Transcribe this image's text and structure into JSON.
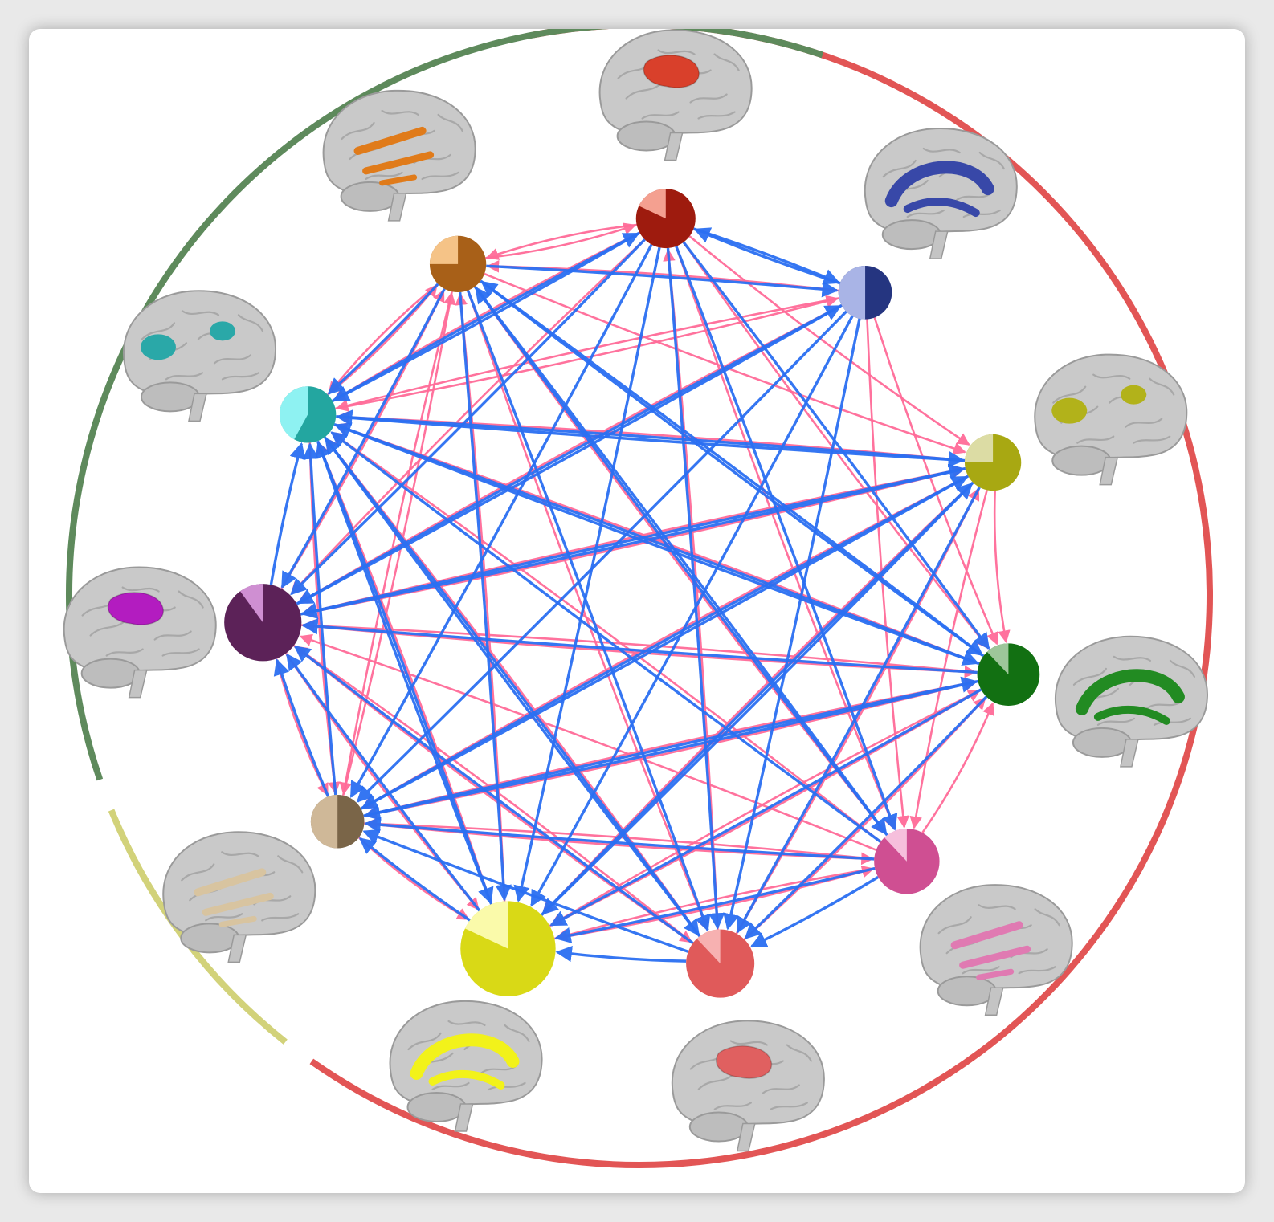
{
  "colors": {
    "background": "#ffffff",
    "edge_blue": "#2b6ff2",
    "edge_pink": "#ff6b98",
    "brain_fill": "#c9c9c9",
    "brain_stroke": "#9a9a9a"
  },
  "groups": [
    {
      "name": "red-arc",
      "color": "#e25555",
      "nodes": [
        0,
        1,
        2,
        3,
        4,
        5,
        6
      ]
    },
    {
      "name": "yellow-arc",
      "color": "#d2d27a",
      "nodes": [
        7
      ]
    },
    {
      "name": "green-arc",
      "color": "#5e8a5c",
      "nodes": [
        8,
        9,
        10,
        11
      ]
    }
  ],
  "nodes": [
    {
      "id": 0,
      "dark": "#9e1b0e",
      "light": "#f4a090",
      "fraction": 0.18,
      "size": 1.0,
      "brain_color": "#d9402b",
      "brain_shape": "patch"
    },
    {
      "id": 1,
      "dark": "#253580",
      "light": "#a9b4e6",
      "fraction": 0.5,
      "size": 0.9,
      "brain_color": "#3848a8",
      "brain_shape": "arc"
    },
    {
      "id": 2,
      "dark": "#a8a812",
      "light": "#dcdca4",
      "fraction": 0.25,
      "size": 0.95,
      "brain_color": "#b2b21a",
      "brain_shape": "blob"
    },
    {
      "id": 3,
      "dark": "#127012",
      "light": "#9dc69a",
      "fraction": 0.12,
      "size": 1.05,
      "brain_color": "#228b22",
      "brain_shape": "arc"
    },
    {
      "id": 4,
      "dark": "#cf4f92",
      "light": "#f6bfdc",
      "fraction": 0.12,
      "size": 1.1,
      "brain_color": "#e07ab2",
      "brain_shape": "streaks"
    },
    {
      "id": 5,
      "dark": "#e05a5a",
      "light": "#f7b1b1",
      "fraction": 0.12,
      "size": 1.15,
      "brain_color": "#e06060",
      "brain_shape": "patch"
    },
    {
      "id": 6,
      "dark": "#d9d916",
      "light": "#fafaaa",
      "fraction": 0.18,
      "size": 1.6,
      "brain_color": "#f2f21a",
      "brain_shape": "arc"
    },
    {
      "id": 7,
      "dark": "#7a6548",
      "light": "#cfb898",
      "fraction": 0.5,
      "size": 0.9,
      "brain_color": "#d8c4a0",
      "brain_shape": "streaks"
    },
    {
      "id": 8,
      "dark": "#5c2258",
      "light": "#cf8fd2",
      "fraction": 0.1,
      "size": 1.3,
      "brain_color": "#b31cc0",
      "brain_shape": "patch"
    },
    {
      "id": 9,
      "dark": "#23a6a0",
      "light": "#8ef2f2",
      "fraction": 0.42,
      "size": 0.95,
      "brain_color": "#2aa8a8",
      "brain_shape": "blob"
    },
    {
      "id": 10,
      "dark": "#a86018",
      "light": "#f5c387",
      "fraction": 0.25,
      "size": 0.95,
      "brain_color": "#e07b1a",
      "brain_shape": "streaks"
    }
  ],
  "edges_blue": [
    [
      0,
      1
    ],
    [
      0,
      9
    ],
    [
      0,
      8
    ],
    [
      0,
      6
    ],
    [
      0,
      5
    ],
    [
      0,
      4
    ],
    [
      0,
      3
    ],
    [
      0,
      7
    ],
    [
      10,
      9
    ],
    [
      10,
      1
    ],
    [
      10,
      3
    ],
    [
      10,
      4
    ],
    [
      10,
      5
    ],
    [
      10,
      6
    ],
    [
      10,
      8
    ],
    [
      1,
      8
    ],
    [
      1,
      7
    ],
    [
      1,
      6
    ],
    [
      1,
      5
    ],
    [
      1,
      0
    ],
    [
      2,
      7
    ],
    [
      2,
      6
    ],
    [
      2,
      5
    ],
    [
      2,
      8
    ],
    [
      2,
      9
    ],
    [
      3,
      9
    ],
    [
      3,
      10
    ],
    [
      3,
      7
    ],
    [
      3,
      6
    ],
    [
      3,
      5
    ],
    [
      3,
      8
    ],
    [
      4,
      7
    ],
    [
      4,
      6
    ],
    [
      4,
      9
    ],
    [
      4,
      5
    ],
    [
      4,
      10
    ],
    [
      5,
      6
    ],
    [
      5,
      9
    ],
    [
      5,
      8
    ],
    [
      5,
      7
    ],
    [
      6,
      9
    ],
    [
      6,
      8
    ],
    [
      6,
      7
    ],
    [
      6,
      2
    ],
    [
      7,
      9
    ],
    [
      7,
      8
    ],
    [
      7,
      3
    ],
    [
      7,
      2
    ],
    [
      8,
      9
    ],
    [
      8,
      2
    ],
    [
      8,
      1
    ],
    [
      9,
      0
    ],
    [
      9,
      3
    ],
    [
      9,
      2
    ],
    [
      9,
      6
    ],
    [
      9,
      5
    ]
  ],
  "edges_pink": [
    [
      10,
      0
    ],
    [
      10,
      2
    ],
    [
      10,
      4
    ],
    [
      10,
      5
    ],
    [
      10,
      7
    ],
    [
      10,
      9
    ],
    [
      0,
      2
    ],
    [
      0,
      9
    ],
    [
      0,
      4
    ],
    [
      0,
      10
    ],
    [
      0,
      3
    ],
    [
      0,
      8
    ],
    [
      1,
      9
    ],
    [
      1,
      4
    ],
    [
      1,
      8
    ],
    [
      1,
      3
    ],
    [
      1,
      10
    ],
    [
      2,
      8
    ],
    [
      2,
      3
    ],
    [
      2,
      4
    ],
    [
      2,
      9
    ],
    [
      2,
      6
    ],
    [
      2,
      7
    ],
    [
      3,
      8
    ],
    [
      3,
      7
    ],
    [
      3,
      6
    ],
    [
      3,
      9
    ],
    [
      4,
      8
    ],
    [
      4,
      6
    ],
    [
      4,
      7
    ],
    [
      4,
      9
    ],
    [
      4,
      3
    ],
    [
      5,
      8
    ],
    [
      5,
      2
    ],
    [
      5,
      9
    ],
    [
      5,
      0
    ],
    [
      5,
      3
    ],
    [
      6,
      9
    ],
    [
      6,
      10
    ],
    [
      6,
      3
    ],
    [
      6,
      4
    ],
    [
      7,
      3
    ],
    [
      7,
      4
    ],
    [
      7,
      10
    ],
    [
      7,
      6
    ],
    [
      8,
      10
    ],
    [
      8,
      7
    ],
    [
      8,
      6
    ],
    [
      8,
      5
    ],
    [
      8,
      3
    ],
    [
      8,
      2
    ],
    [
      9,
      10
    ],
    [
      9,
      7
    ],
    [
      9,
      1
    ]
  ]
}
